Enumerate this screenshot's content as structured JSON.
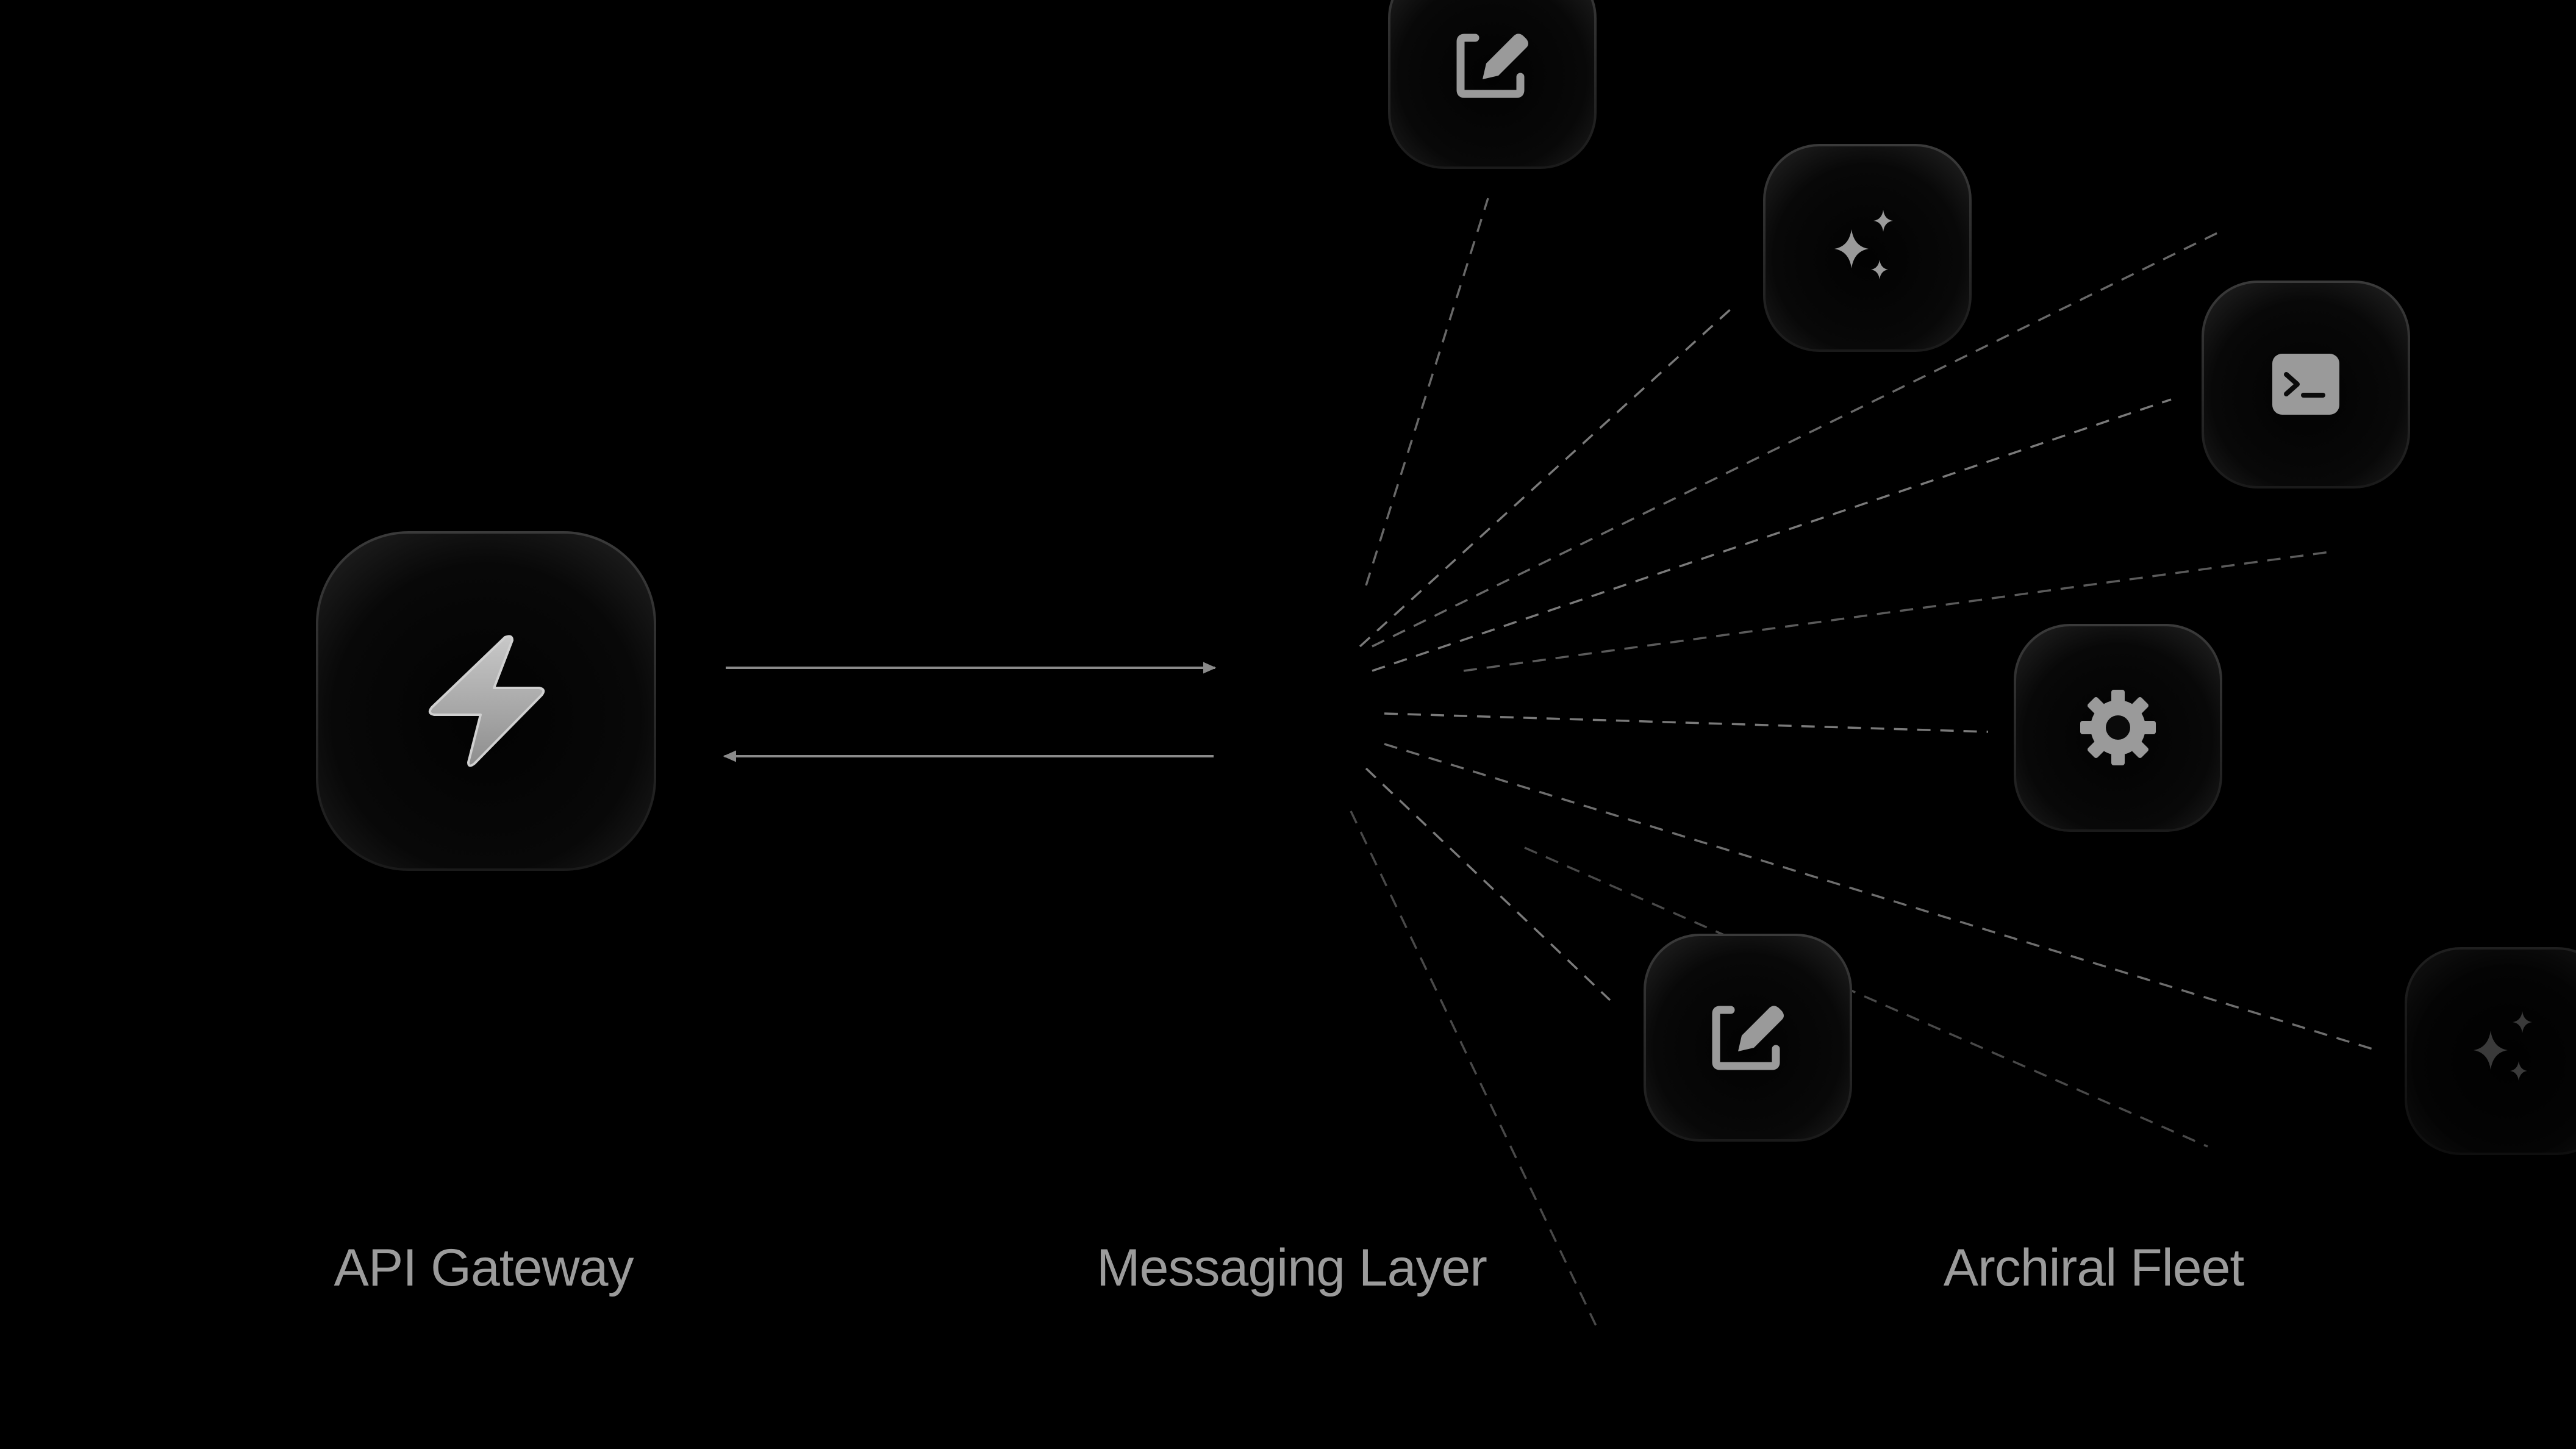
{
  "labels": {
    "gateway": "API Gateway",
    "messaging": "Messaging Layer",
    "fleet": "Archiral Fleet"
  },
  "nodes": {
    "gateway": {
      "icon": "lightning-bolt-icon"
    },
    "fleet": [
      {
        "id": "edit-top",
        "icon": "edit-icon"
      },
      {
        "id": "sparkle-top",
        "icon": "sparkles-icon"
      },
      {
        "id": "terminal",
        "icon": "terminal-icon"
      },
      {
        "id": "gear",
        "icon": "gear-icon"
      },
      {
        "id": "edit-bottom",
        "icon": "edit-icon"
      },
      {
        "id": "sparkle-right",
        "icon": "sparkles-icon"
      }
    ]
  },
  "connections": {
    "gateway_to_messaging": "request-arrow",
    "messaging_to_gateway": "response-arrow"
  },
  "colors": {
    "background": "#000000",
    "tile": "#0d0d0d",
    "icon": "#b5b5b5",
    "label": "#9b9b9b",
    "line": "#8a8a8a"
  }
}
